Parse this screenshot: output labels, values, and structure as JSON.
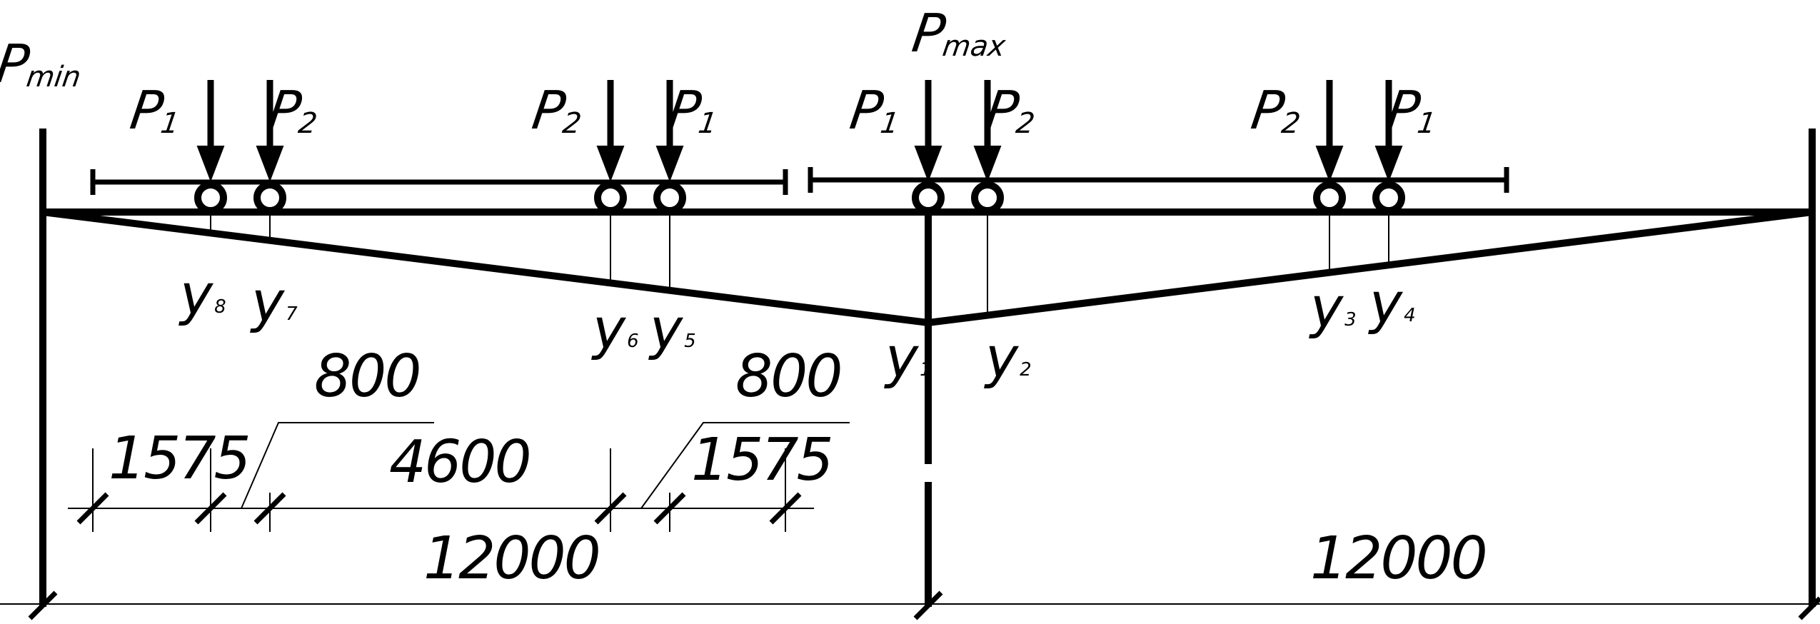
{
  "loads": {
    "pmin": {
      "main": "P",
      "sub": "min"
    },
    "pmax": {
      "main": "P",
      "sub": "max"
    },
    "p1": {
      "main": "P",
      "sub": "1"
    },
    "p2": {
      "main": "P",
      "sub": "2"
    }
  },
  "ordinates": [
    {
      "main": "y",
      "sub": "8"
    },
    {
      "main": "y",
      "sub": "7"
    },
    {
      "main": "y",
      "sub": "6"
    },
    {
      "main": "y",
      "sub": "5"
    },
    {
      "main": "y",
      "sub": "1"
    },
    {
      "main": "y",
      "sub": "2"
    },
    {
      "main": "y",
      "sub": "3"
    },
    {
      "main": "y",
      "sub": "4"
    }
  ],
  "dimensions": {
    "wheel_base_left": "1575",
    "gap_left": "800",
    "crane_span_between": "4600",
    "gap_right": "800",
    "wheel_base_right": "1575",
    "span_left": "12000",
    "span_right": "12000"
  },
  "colors": {
    "line": "#000000",
    "background": "#ffffff"
  }
}
